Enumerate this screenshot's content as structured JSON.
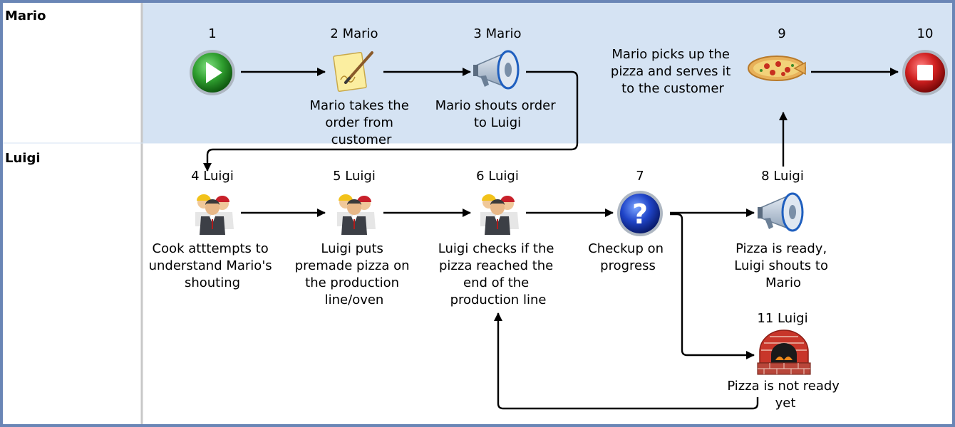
{
  "lanes": [
    {
      "name": "Mario",
      "color": "#d5e3f3"
    },
    {
      "name": "Luigi",
      "color": "#ffffff"
    }
  ],
  "colors": {
    "frame": "#6a86b6",
    "lane_divider": "#c8c8c8",
    "arrow": "#000000"
  },
  "steps": [
    {
      "id": "s1",
      "number": "1",
      "icon": "start-icon",
      "description": []
    },
    {
      "id": "s2",
      "number": "2 Mario",
      "icon": "notepad-pen-icon",
      "description": [
        "Mario takes the",
        "order from",
        "customer"
      ]
    },
    {
      "id": "s3",
      "number": "3 Mario",
      "icon": "megaphone-icon",
      "description": [
        "Mario shouts order",
        "to Luigi"
      ]
    },
    {
      "id": "s9",
      "number": "9",
      "icon": "pizza-icon",
      "description": [
        "Mario picks up the",
        "pizza and serves it",
        "to the customer"
      ]
    },
    {
      "id": "s10",
      "number": "10",
      "icon": "stop-icon",
      "description": []
    },
    {
      "id": "s4",
      "number": "4 Luigi",
      "icon": "workers-icon",
      "description": [
        "Cook atttempts to",
        "understand Mario's",
        "shouting"
      ]
    },
    {
      "id": "s5",
      "number": "5 Luigi",
      "icon": "workers-icon",
      "description": [
        "Luigi puts",
        "premade pizza on",
        "the production",
        "line/oven"
      ]
    },
    {
      "id": "s6",
      "number": "6 Luigi",
      "icon": "workers-icon",
      "description": [
        "Luigi checks if the",
        "pizza reached the",
        "end of the",
        "production line"
      ]
    },
    {
      "id": "s7",
      "number": "7",
      "icon": "question-icon",
      "description": [
        "Checkup on",
        "progress"
      ]
    },
    {
      "id": "s8",
      "number": "8 Luigi",
      "icon": "megaphone-icon",
      "description": [
        "Pizza is ready,",
        "Luigi shouts to",
        "Mario"
      ]
    },
    {
      "id": "s11",
      "number": "11 Luigi",
      "icon": "brick-oven-icon",
      "description": [
        "Pizza is not ready",
        "yet"
      ]
    }
  ],
  "flows": [
    {
      "from": "1",
      "to": "2 Mario"
    },
    {
      "from": "2 Mario",
      "to": "3 Mario"
    },
    {
      "from": "3 Mario",
      "to": "4 Luigi"
    },
    {
      "from": "4 Luigi",
      "to": "5 Luigi"
    },
    {
      "from": "5 Luigi",
      "to": "6 Luigi"
    },
    {
      "from": "6 Luigi",
      "to": "7"
    },
    {
      "from": "7",
      "to": "8 Luigi"
    },
    {
      "from": "7",
      "to": "11 Luigi"
    },
    {
      "from": "8 Luigi",
      "to": "9"
    },
    {
      "from": "9",
      "to": "10"
    },
    {
      "from": "11 Luigi",
      "to": "6 Luigi"
    }
  ]
}
